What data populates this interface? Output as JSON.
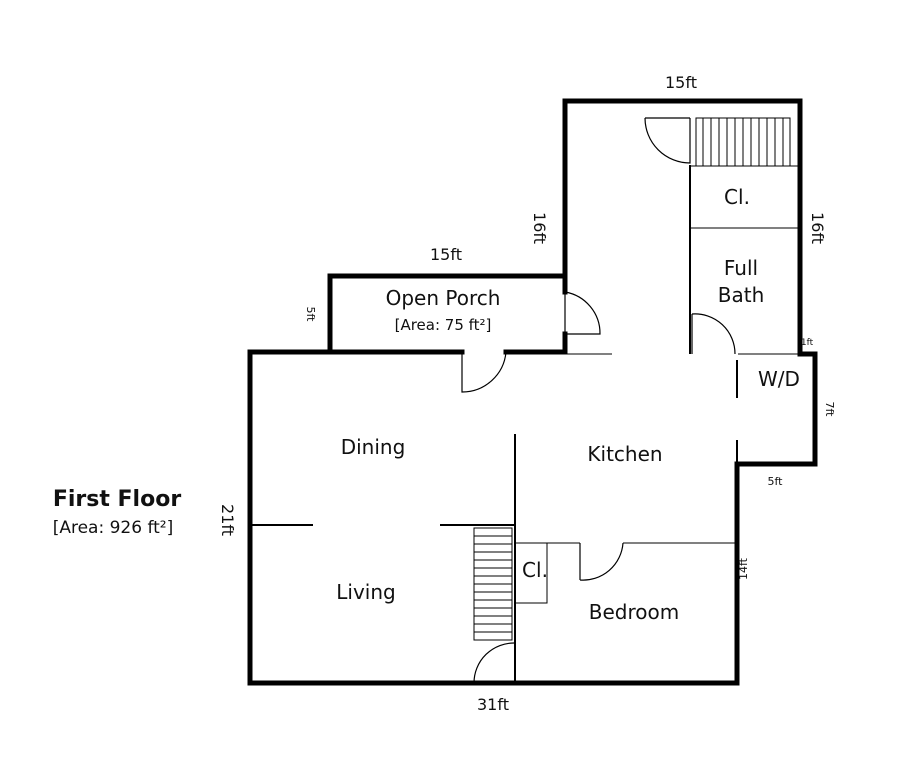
{
  "floor": {
    "title": "First Floor",
    "area": "[Area: 926 ft²]"
  },
  "rooms": {
    "open_porch": "Open Porch",
    "porch_area": "[Area: 75 ft²]",
    "dining": "Dining",
    "kitchen": "Kitchen",
    "living": "Living",
    "bedroom": "Bedroom",
    "full_bath_line1": "Full",
    "full_bath_line2": "Bath",
    "closet_upper": "Cl.",
    "closet_lower": "Cl.",
    "washer_dryer": "W/D"
  },
  "dimensions": {
    "top_width": "15ft",
    "porch_width": "15ft",
    "stair_wing_left": "16ft",
    "stair_wing_right": "16ft",
    "porch_depth": "5ft",
    "left_side": "21ft",
    "bottom_width": "31ft",
    "wd_width": "7ft",
    "wd_bottom": "5ft",
    "bedroom_side": "14ft",
    "small_offset": "1ft"
  }
}
